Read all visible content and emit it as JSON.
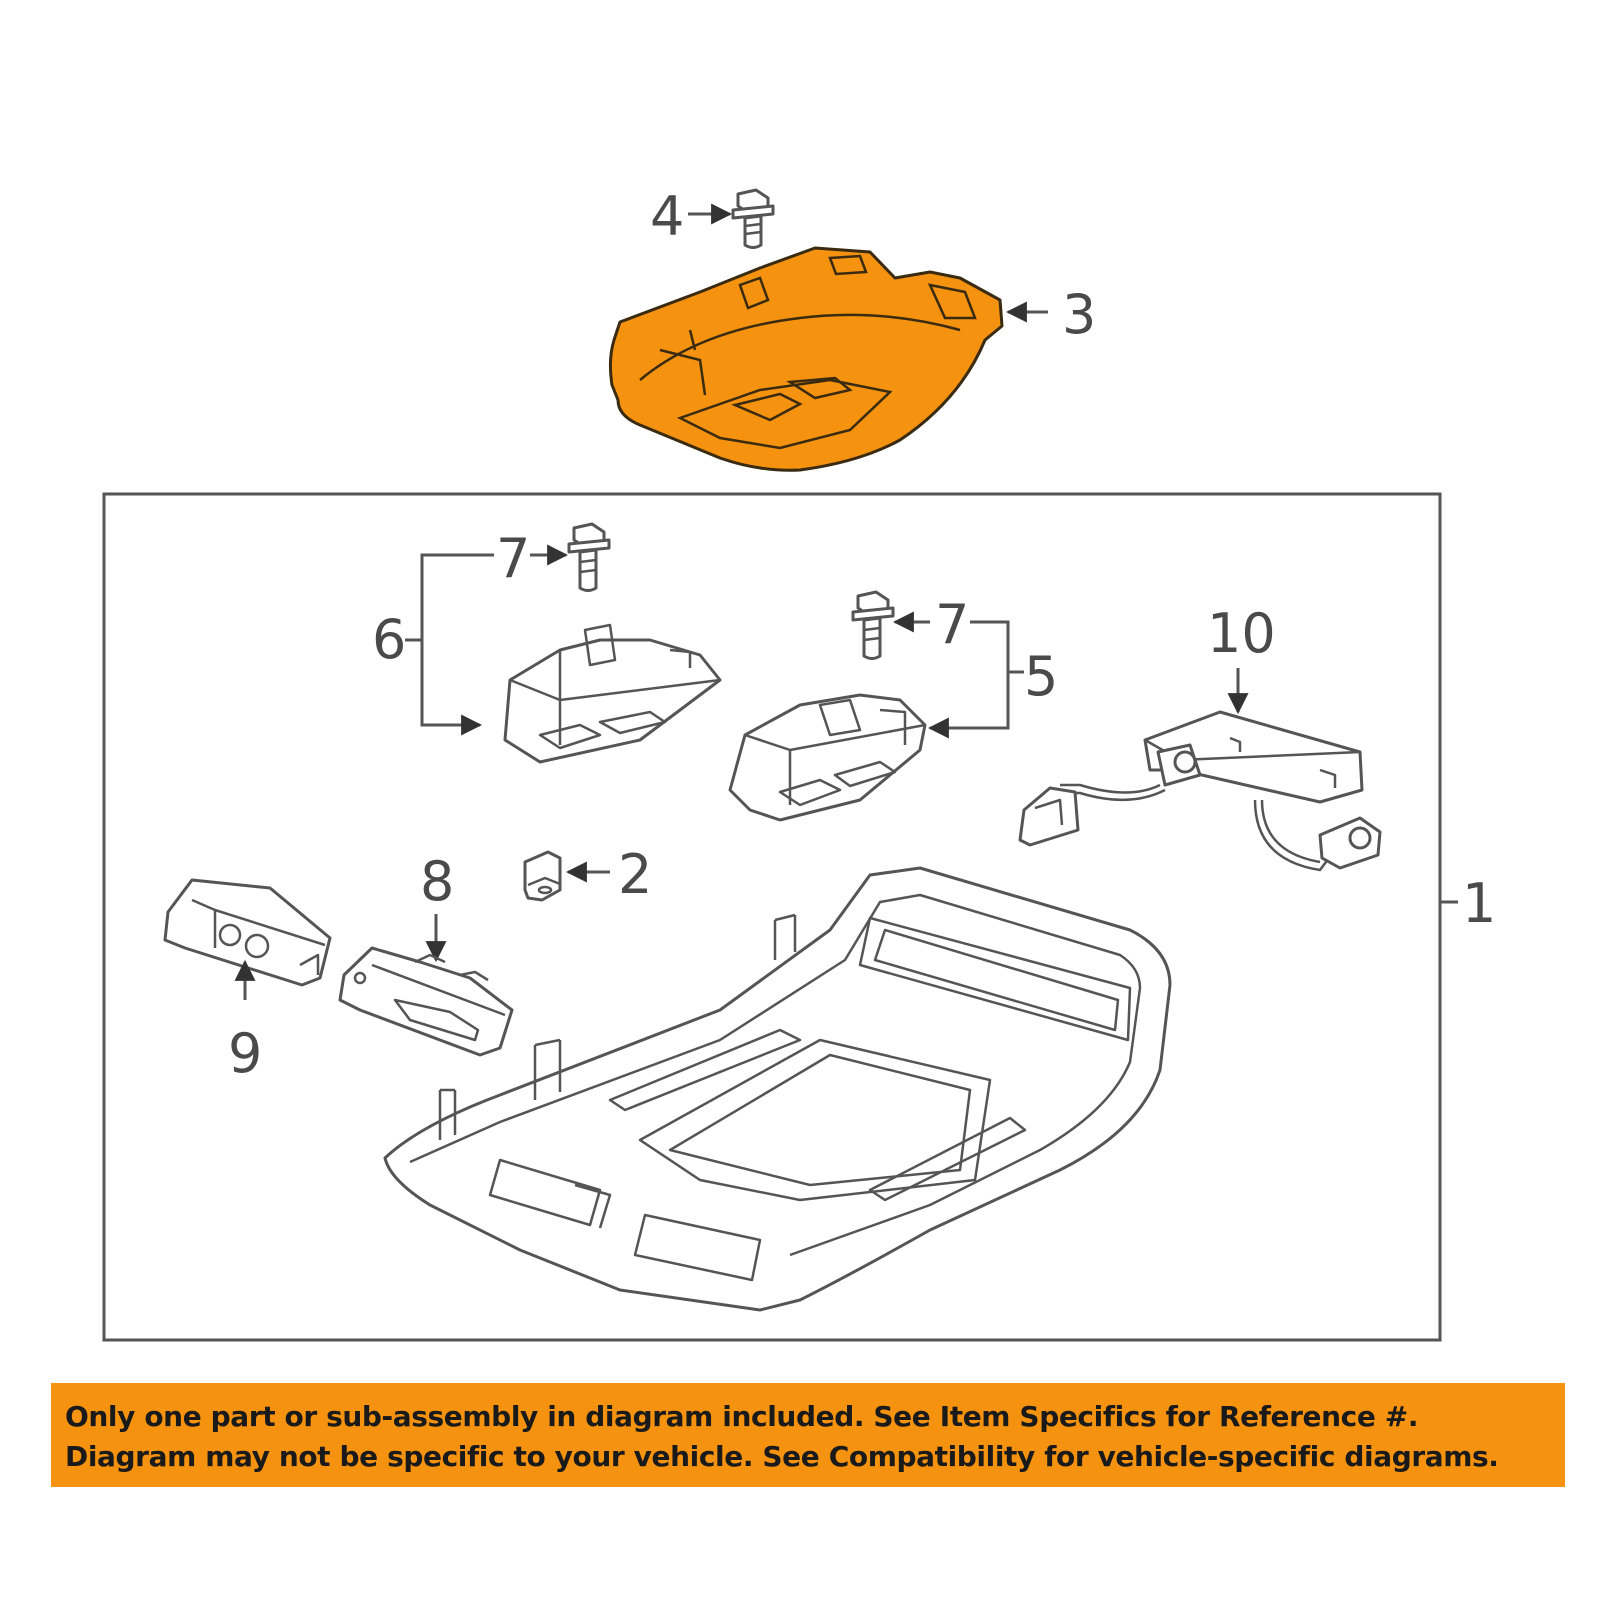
{
  "callouts": {
    "c1": "1",
    "c2": "2",
    "c3": "3",
    "c4": "4",
    "c5": "5",
    "c6": "6",
    "c7a": "7",
    "c7b": "7",
    "c8": "8",
    "c9": "9",
    "c10": "10"
  },
  "highlight_color": "#f5920f",
  "disclaimer": {
    "line1": "Only one part or sub-assembly in diagram included. See Item Specifics for Reference #.",
    "line2": "Diagram may not be specific to your vehicle. See Compatibility for vehicle-specific diagrams."
  }
}
